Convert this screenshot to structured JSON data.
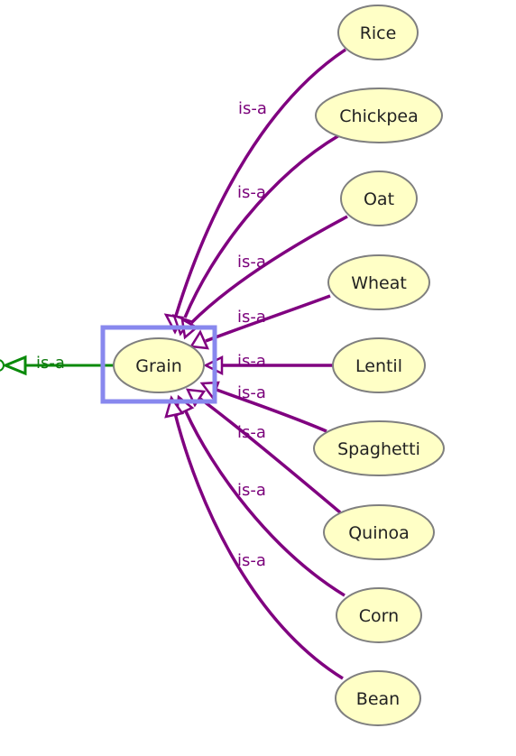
{
  "colors": {
    "node_fill": "#ffffc6",
    "node_stroke": "#7f7f7f",
    "edge_purple": "#800080",
    "edge_green": "#0a8a0a",
    "selection": "#8888ee"
  },
  "center": {
    "label": "Grain"
  },
  "parent_edge": {
    "label": "is-a"
  },
  "children": [
    {
      "label": "Rice",
      "edge_label": "is-a"
    },
    {
      "label": "Chickpea",
      "edge_label": "is-a"
    },
    {
      "label": "Oat",
      "edge_label": "is-a"
    },
    {
      "label": "Wheat",
      "edge_label": "is-a"
    },
    {
      "label": "Lentil",
      "edge_label": "is-a"
    },
    {
      "label": "Spaghetti",
      "edge_label": "is-a"
    },
    {
      "label": "Quinoa",
      "edge_label": "is-a"
    },
    {
      "label": "Corn",
      "edge_label": "is-a"
    },
    {
      "label": "Bean",
      "edge_label": "is-a"
    }
  ]
}
